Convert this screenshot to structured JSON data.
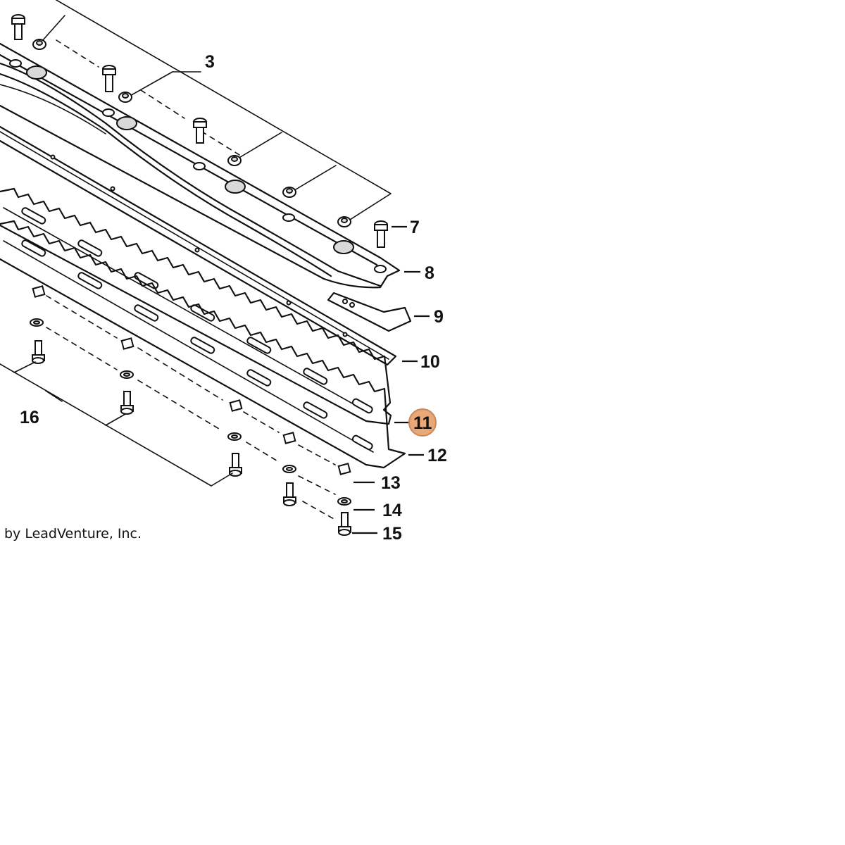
{
  "diagram": {
    "copyright": "by LeadVenture, Inc.",
    "highlight_color": "#e8a877",
    "highlight_stroke": "#c9875a",
    "callouts": [
      {
        "id": "3",
        "label": "3",
        "highlighted": false
      },
      {
        "id": "7",
        "label": "7",
        "highlighted": false
      },
      {
        "id": "8",
        "label": "8",
        "highlighted": false
      },
      {
        "id": "9",
        "label": "9",
        "highlighted": false
      },
      {
        "id": "10",
        "label": "10",
        "highlighted": false
      },
      {
        "id": "11",
        "label": "11",
        "highlighted": true
      },
      {
        "id": "12",
        "label": "12",
        "highlighted": false
      },
      {
        "id": "13",
        "label": "13",
        "highlighted": false
      },
      {
        "id": "14",
        "label": "14",
        "highlighted": false
      },
      {
        "id": "15",
        "label": "15",
        "highlighted": false
      },
      {
        "id": "16",
        "label": "16",
        "highlighted": false
      }
    ]
  }
}
